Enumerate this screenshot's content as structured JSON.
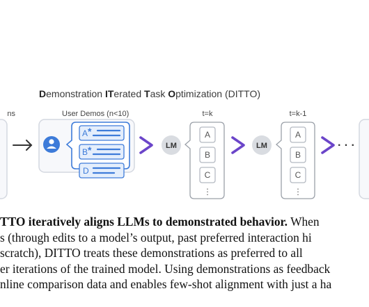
{
  "figure": {
    "title_parts": [
      {
        "text": "D",
        "bold": true
      },
      {
        "text": "emonstration ",
        "bold": false
      },
      {
        "text": "IT",
        "bold": true
      },
      {
        "text": "erated ",
        "bold": false
      },
      {
        "text": "T",
        "bold": true
      },
      {
        "text": "ask ",
        "bold": false
      },
      {
        "text": "O",
        "bold": true
      },
      {
        "text": "ptimization (DITTO)",
        "bold": false
      }
    ],
    "left_panel_label": "ns",
    "user_demos_label": "User Demos (n<10)",
    "demo_cards": [
      {
        "letter": "A",
        "star": "*"
      },
      {
        "letter": "B",
        "star": "*"
      },
      {
        "letter": "D",
        "star": ""
      }
    ],
    "lm_label": "LM",
    "iterations": [
      {
        "label": "t=k",
        "items": [
          "A",
          "B",
          "C",
          "⋮"
        ]
      },
      {
        "label": "t=k-1",
        "items": [
          "A",
          "B",
          "C",
          "⋮"
        ]
      }
    ],
    "ellipsis": "· · ·",
    "colors": {
      "accent": "#6b45c9",
      "demo_blue": "#3d7bd9",
      "card_fill": "#e4eefc",
      "panel_fill": "#f7f8fb",
      "panel_border": "#d4d8e0",
      "lm_fill": "#d9dce1"
    }
  },
  "caption": {
    "line1_bold": "TTO iteratively aligns LLMs to demonstrated behavior.",
    "line1_rest": "  When",
    "line2": "s (through edits to a model’s output, past preferred interaction hi",
    "line3": " scratch), DITTO treats these demonstrations as preferred to all",
    "line4": "er iterations of the trained model. Using demonstrations as feedback",
    "line5": "nline comparison data and enables few-shot alignment with just a ha"
  }
}
